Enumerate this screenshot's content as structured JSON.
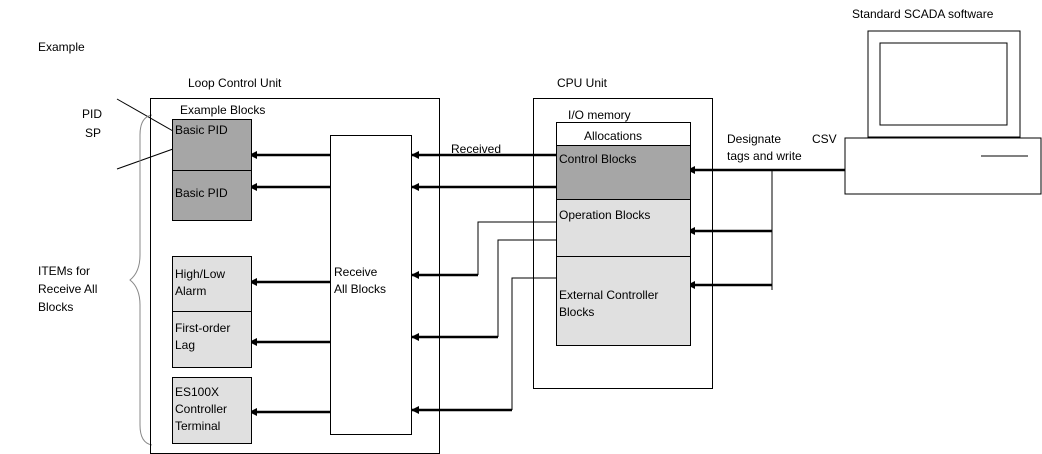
{
  "labels": {
    "example": "Example",
    "scada": "Standard SCADA software",
    "loop_unit": "Loop Control Unit",
    "cpu_unit": "CPU Unit",
    "example_blocks": "Example Blocks",
    "pid": "PID",
    "sp": "SP",
    "items_receive_all": "ITEMs for\nReceive All\nBlocks",
    "receive_all_blocks": "Receive\nAll Blocks",
    "received": "Received",
    "io_memory": "I/O memory",
    "allocations": "Allocations",
    "designate": "Designate",
    "csv": "CSV",
    "tags_and_write": "tags and write"
  },
  "loop_blocks": [
    {
      "label": "Basic PID"
    },
    {
      "label": "Basic PID"
    },
    {
      "label": "High/Low\nAlarm"
    },
    {
      "label": "First-order\nLag"
    },
    {
      "label": "ES100X\nController\nTerminal"
    }
  ],
  "memory_blocks": [
    {
      "label": "Control Blocks"
    },
    {
      "label": "Operation Blocks"
    },
    {
      "label": "External   Controller\nBlocks"
    }
  ],
  "colors": {
    "dark_block": "#a6a6a6",
    "light_block": "#e0e0e0",
    "line": "#000000"
  },
  "icons": {
    "computer": "computer-monitor-icon"
  }
}
